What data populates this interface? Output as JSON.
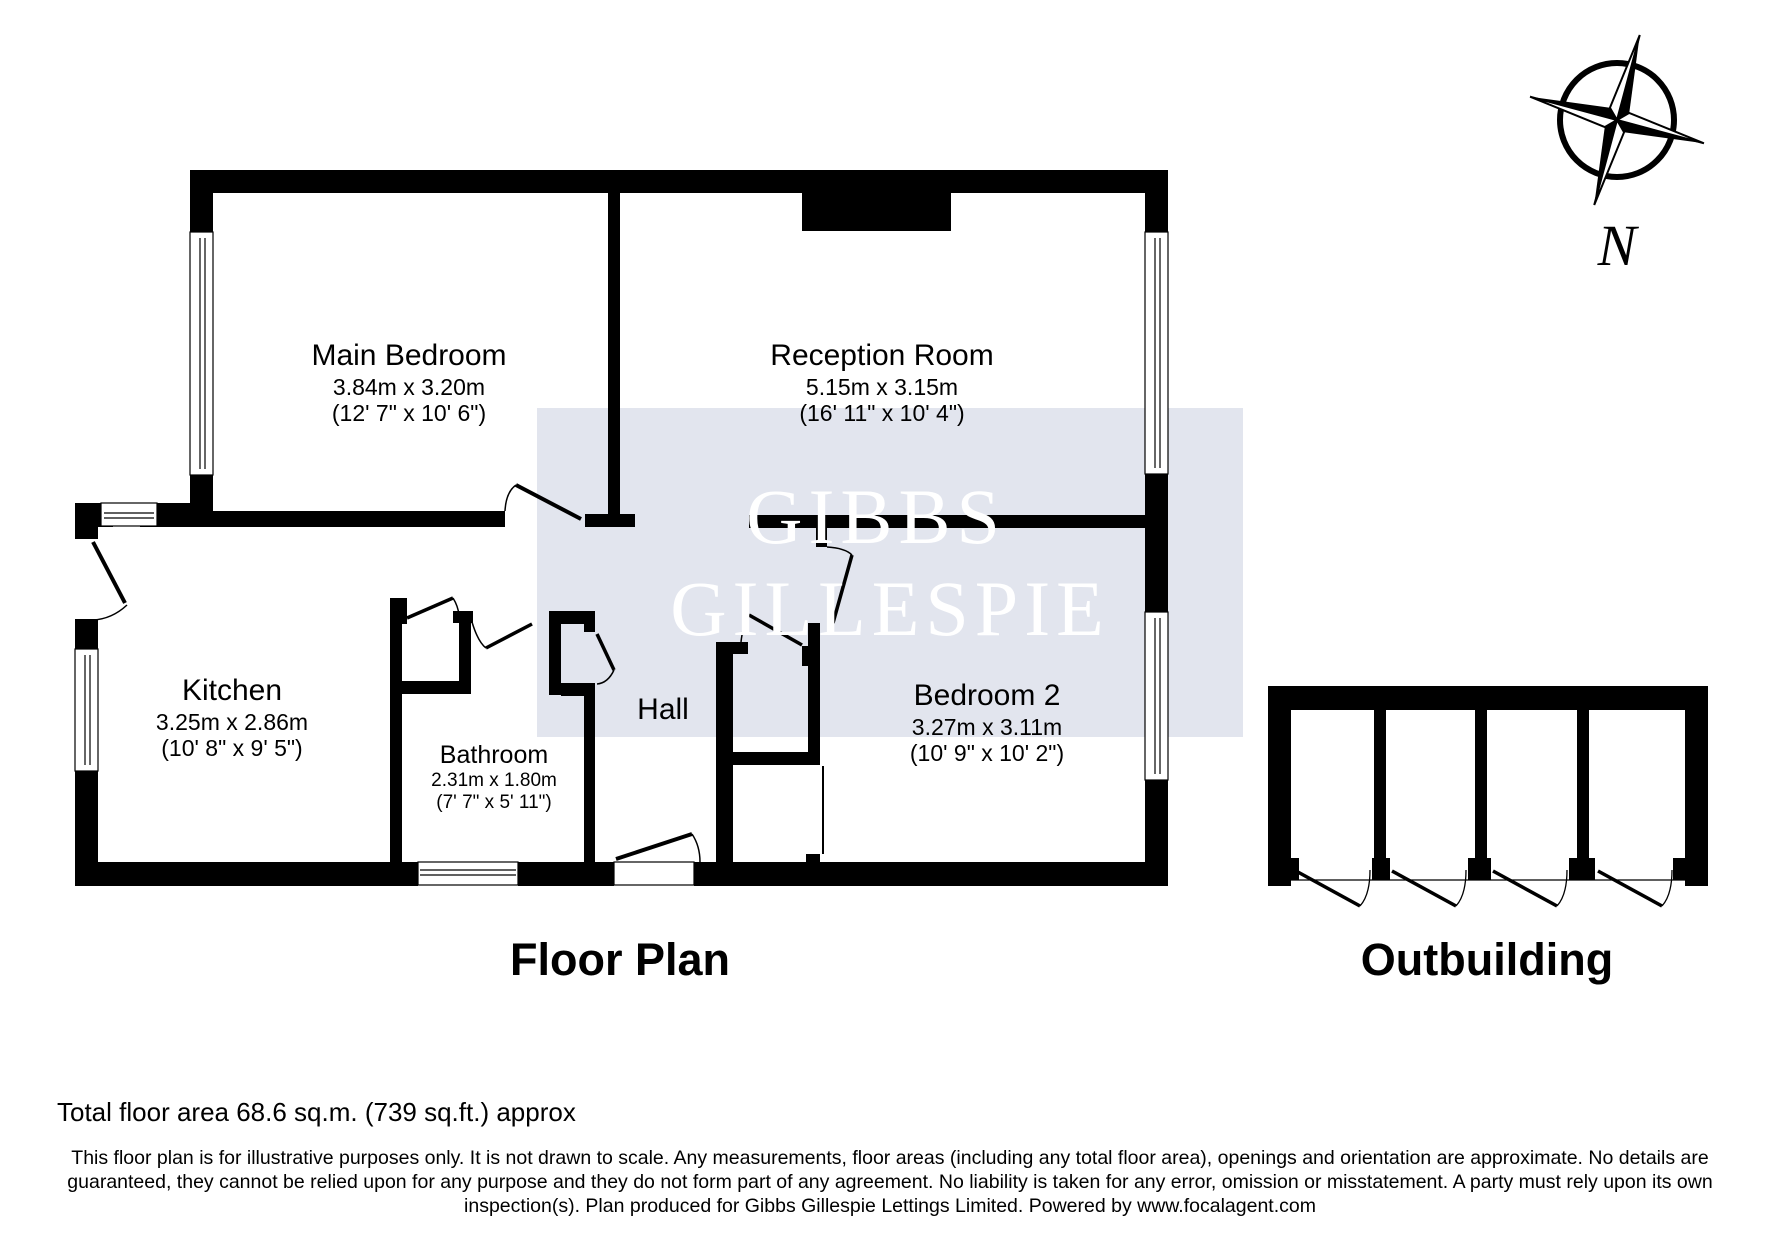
{
  "rooms": [
    {
      "name": "Main Bedroom",
      "metric": "3.84m x 3.20m",
      "imperial": "(12' 7\" x 10' 6\")"
    },
    {
      "name": "Reception Room",
      "metric": "5.15m x 3.15m",
      "imperial": "(16' 11\" x 10' 4\")"
    },
    {
      "name": "Kitchen",
      "metric": "3.25m x 2.86m",
      "imperial": "(10' 8\" x 9' 5\")"
    },
    {
      "name": "Bathroom",
      "metric": "2.31m x 1.80m",
      "imperial": "(7' 7\" x 5' 11\")"
    },
    {
      "name": "Hall"
    },
    {
      "name": "Bedroom 2",
      "metric": "3.27m x 3.11m",
      "imperial": "(10' 9\" x 10' 2\")"
    }
  ],
  "titles": {
    "floor_plan": "Floor Plan",
    "outbuilding": "Outbuilding"
  },
  "compass": {
    "label": "N"
  },
  "watermark": {
    "line1": "GIBBS",
    "line2": "GILLESPIE",
    "color": "#e2e5ee"
  },
  "total_area": "Total floor area 68.6 sq.m. (739 sq.ft.) approx",
  "disclaimer": "This floor plan is for illustrative purposes only. It is not drawn to scale. Any measurements, floor areas (including any total floor area), openings and orientation are approximate. No details are guaranteed, they cannot be relied upon for any purpose and they do not form part of any agreement. No liability is taken for any error, omission or misstatement. A party must rely upon its own inspection(s). Plan produced for Gibbs Gillespie Lettings Limited. Powered by www.focalagent.com",
  "colors": {
    "wall": "#000000",
    "background": "#ffffff",
    "watermark_box": "#e2e5ee"
  }
}
